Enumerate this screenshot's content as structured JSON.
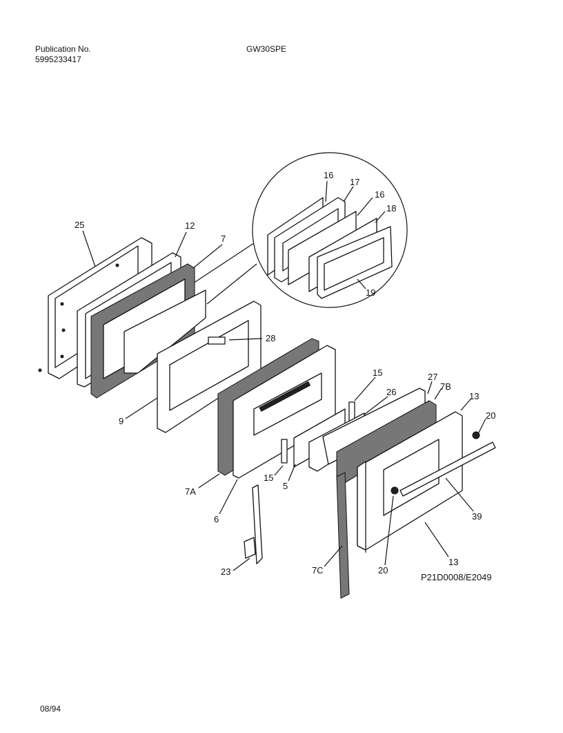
{
  "header": {
    "publication_label": "Publication No.",
    "publication_number": "5995233417",
    "model": "GW30SPE"
  },
  "footer": {
    "date": "08/94",
    "drawing_id": "P21D0008/E2049"
  },
  "callouts": [
    "16",
    "17",
    "16",
    "18",
    "19",
    "25",
    "12",
    "7",
    "28",
    "9",
    "15",
    "27",
    "26",
    "7B",
    "13",
    "20",
    "7A",
    "15",
    "5",
    "6",
    "39",
    "23",
    "7C",
    "20",
    "13"
  ]
}
